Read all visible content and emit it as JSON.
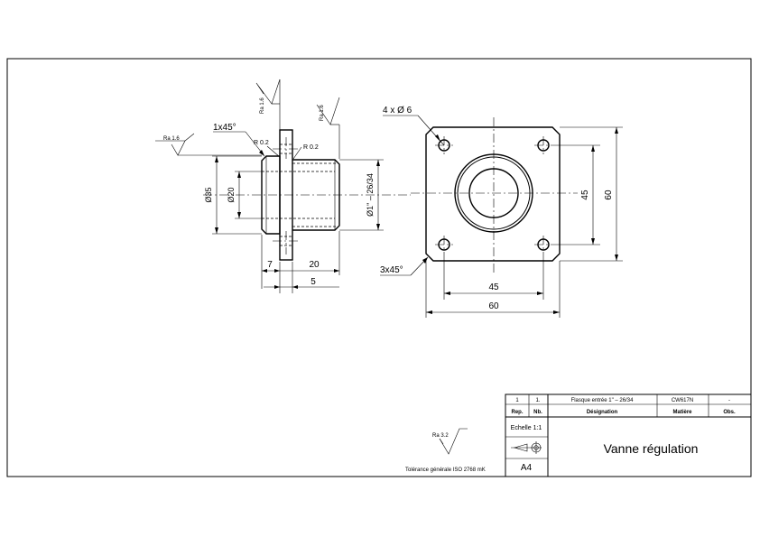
{
  "side_view": {
    "chamfer_label": "1x45°",
    "ra_left": "Ra 1.6",
    "ra_top1": "Ra 1.6",
    "ra_top2": "Ra 1.6",
    "r_left": "R 0.2",
    "r_right": "R 0.2",
    "dim_d35": "Ø35",
    "dim_d20": "Ø20",
    "dim_thread": "Ø1\" – 26/34",
    "dim_7": "7",
    "dim_20": "20",
    "dim_5": "5"
  },
  "front_view": {
    "holes_label": "4 x Ø 6",
    "chamfer_label": "3x45°",
    "dim_45_h": "45",
    "dim_60_h": "60",
    "dim_45_v": "45",
    "dim_60_v": "60"
  },
  "general": {
    "ra_label": "Ra 3.2",
    "tolerance": "Tolérance générale ISO 2768 mK"
  },
  "title_block": {
    "rep": "1",
    "nb": "1.",
    "designation": "Flasque entrée 1\" – 26/34",
    "matiere": "CW617N",
    "obs": "-",
    "h_rep": "Rep.",
    "h_nb": "Nb.",
    "h_designation": "Désignation",
    "h_matiere": "Matière",
    "h_obs": "Obs.",
    "scale": "Echelle 1:1",
    "format": "A4",
    "title": "Vanne régulation"
  }
}
